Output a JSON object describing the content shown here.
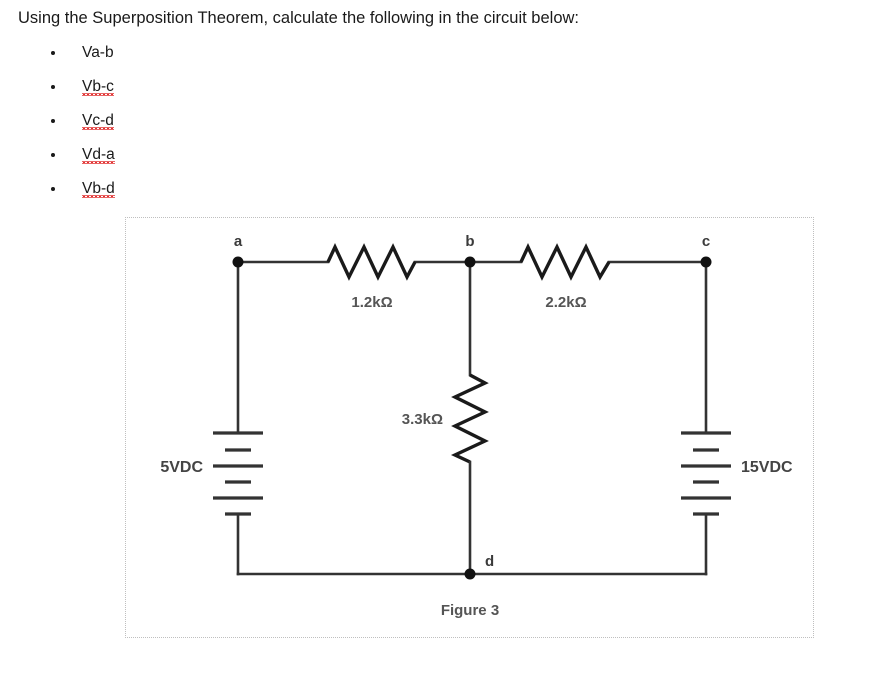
{
  "question": {
    "prompt": "Using the Superposition Theorem, calculate the following in the circuit below:",
    "items": [
      {
        "label": "Va-b",
        "misspelled": false
      },
      {
        "label": "Vb-c",
        "misspelled": true
      },
      {
        "label": "Vc-d",
        "misspelled": true
      },
      {
        "label": "Vd-a",
        "misspelled": true
      },
      {
        "label": "Vb-d",
        "misspelled": true
      }
    ]
  },
  "figure": {
    "caption": "Figure 3",
    "nodes": [
      {
        "id": "a",
        "label": "a"
      },
      {
        "id": "b",
        "label": "b"
      },
      {
        "id": "c",
        "label": "c"
      },
      {
        "id": "d",
        "label": "d"
      }
    ],
    "resistors": [
      {
        "id": "r-ab",
        "label": "1.2kΩ",
        "value": "1.2",
        "unit": "kΩ",
        "between": "a-b",
        "orientation": "horizontal"
      },
      {
        "id": "r-bc",
        "label": "2.2kΩ",
        "value": "2.2",
        "unit": "kΩ",
        "between": "b-c",
        "orientation": "horizontal"
      },
      {
        "id": "r-bd",
        "label": "3.3kΩ",
        "value": "3.3",
        "unit": "kΩ",
        "between": "b-d",
        "orientation": "vertical"
      }
    ],
    "sources": [
      {
        "id": "v-left",
        "label": "5VDC",
        "value": "5",
        "unit": "VDC",
        "between": "a-d"
      },
      {
        "id": "v-right",
        "label": "15VDC",
        "value": "15",
        "unit": "VDC",
        "between": "c-d"
      }
    ],
    "colors": {
      "wire": "#333333",
      "resistor": "#1a1a1a",
      "label": "#555555",
      "frame": "#bfbfbf",
      "spellcheck": "#e03030"
    }
  }
}
